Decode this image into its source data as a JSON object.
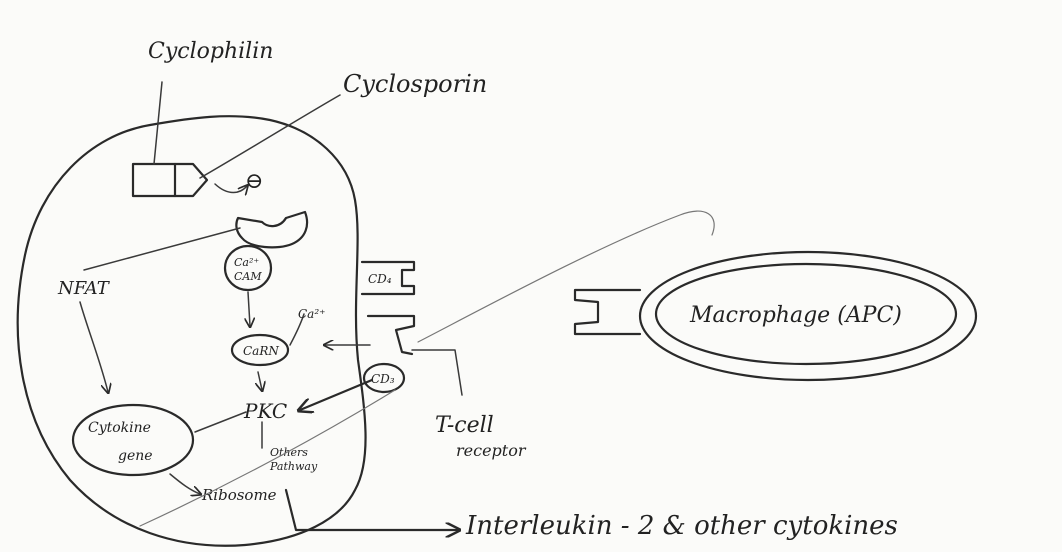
{
  "labels": {
    "cyclophilin": "Cyclophilin",
    "cyclosporin": "Cyclosporin",
    "inhibit": "⊖",
    "nfat": "NFAT",
    "ca_cam_1": "Ca²⁺",
    "ca_cam_2": "CAM",
    "ca_ion": "Ca²⁺",
    "carn": "CaRN",
    "cd4": "CD₄",
    "cd3": "CD₃",
    "pkc": "PKC",
    "cytokine_gene_1": "Cytokine",
    "cytokine_gene_2": "gene",
    "other_pathway_1": "Others",
    "other_pathway_2": "Pathway",
    "ribosome": "Ribosome",
    "tcr_1": "T-cell",
    "tcr_2": "receptor",
    "macrophage": "Macrophage (APC)",
    "output": "Interleukin - 2 & other cytokines"
  }
}
